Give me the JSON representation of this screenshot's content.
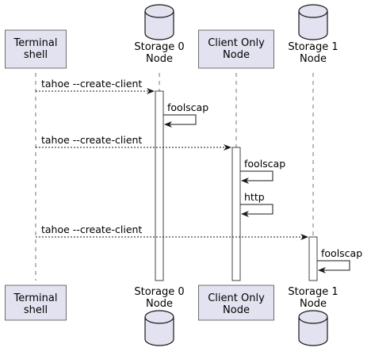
{
  "participants": [
    {
      "id": "terminal",
      "kind": "box",
      "lines": [
        "Terminal",
        "shell"
      ]
    },
    {
      "id": "storage0",
      "kind": "database",
      "lines": [
        "Storage 0",
        "Node"
      ]
    },
    {
      "id": "client",
      "kind": "box",
      "lines": [
        "Client Only",
        "Node"
      ]
    },
    {
      "id": "storage1",
      "kind": "database",
      "lines": [
        "Storage 1",
        "Node"
      ]
    }
  ],
  "messages": [
    {
      "from": "terminal",
      "to": "storage0",
      "label": "tahoe --create-client",
      "style": "dashed"
    },
    {
      "from": "storage0",
      "to": "storage0",
      "label": "foolscap",
      "style": "solid"
    },
    {
      "from": "terminal",
      "to": "client",
      "label": "tahoe --create-client",
      "style": "dashed"
    },
    {
      "from": "client",
      "to": "client",
      "label": "foolscap",
      "style": "solid"
    },
    {
      "from": "client",
      "to": "client",
      "label": "http",
      "style": "solid"
    },
    {
      "from": "terminal",
      "to": "storage1",
      "label": "tahoe --create-client",
      "style": "dashed"
    },
    {
      "from": "storage1",
      "to": "storage1",
      "label": "foolscap",
      "style": "solid"
    }
  ],
  "colors": {
    "participant_fill": "#e2e2f0",
    "line": "#181818"
  }
}
